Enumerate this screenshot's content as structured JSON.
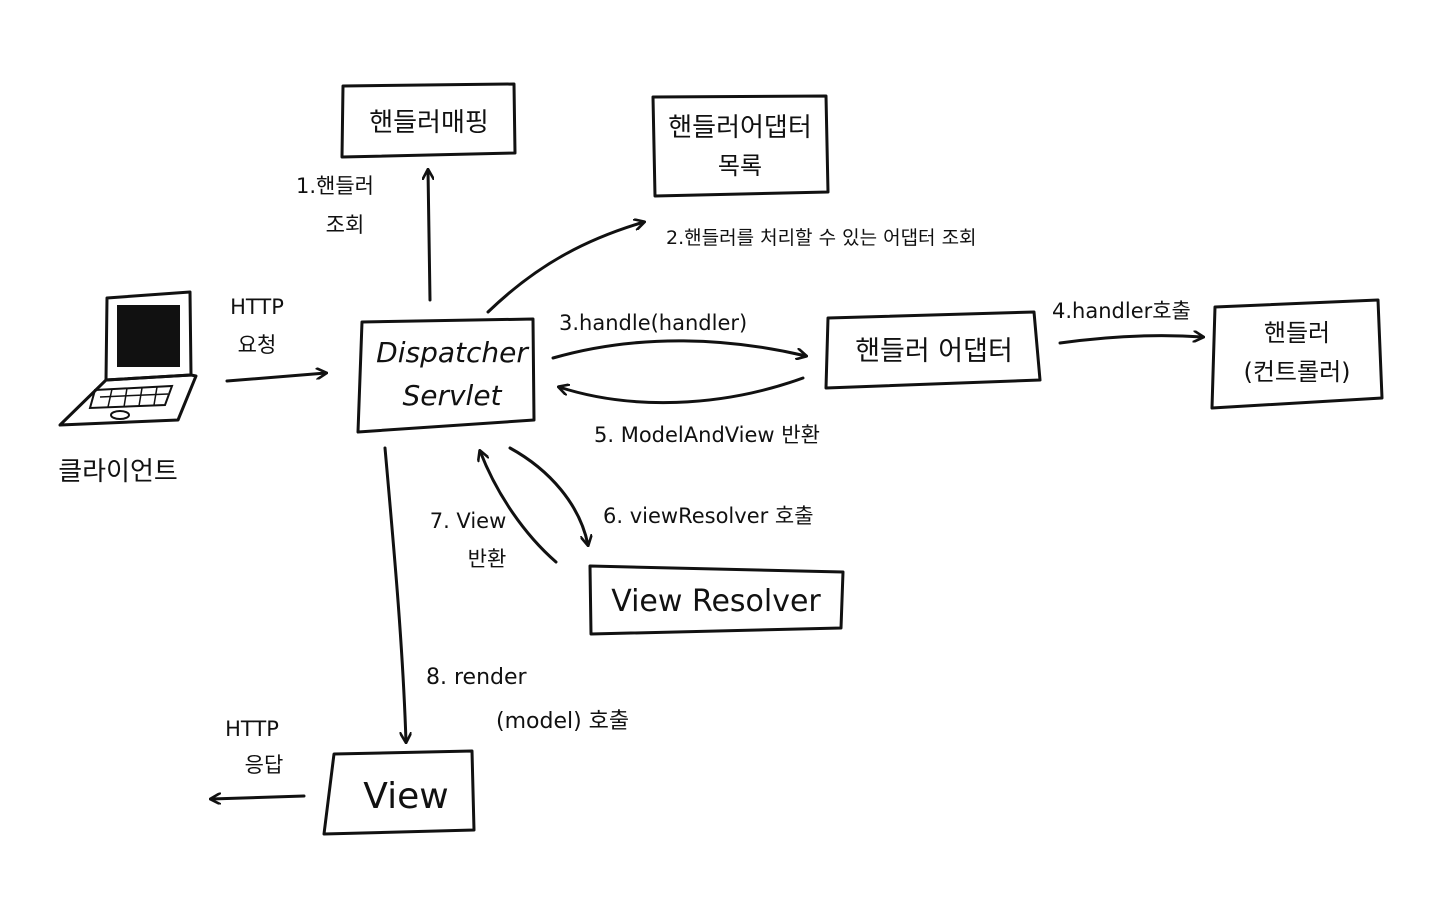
{
  "colors": {
    "ink": "#111111",
    "background": "#ffffff"
  },
  "nodes": {
    "handler_mapping": "핸들러매핑",
    "handler_adapter_list_line1": "핸들러어댑터",
    "handler_adapter_list_line2": "목록",
    "dispatcher_line1": "Dispatcher",
    "dispatcher_line2": "Servlet",
    "handler_adapter": "핸들러 어댑터",
    "handler_line1": "핸들러",
    "handler_line2": "(컨트롤러)",
    "view_resolver": "View Resolver",
    "view": "View",
    "client": "클라이언트"
  },
  "labels": {
    "http_request_line1": "HTTP",
    "http_request_line2": "요청",
    "step1_line1": "1.핸들러",
    "step1_line2": "조회",
    "step2": "2.핸들러를 처리할 수 있는 어댑터 조회",
    "step3": "3.handle(handler)",
    "step4": "4.handler호출",
    "step5": "5. ModelAndView 반환",
    "step6": "6. viewResolver 호출",
    "step7_line1": "7. View",
    "step7_line2": "반환",
    "step8_line1": "8. render",
    "step8_line2": "(model) 호출",
    "http_response_line1": "HTTP",
    "http_response_line2": "응답"
  },
  "icons": {
    "client": "laptop-icon"
  }
}
